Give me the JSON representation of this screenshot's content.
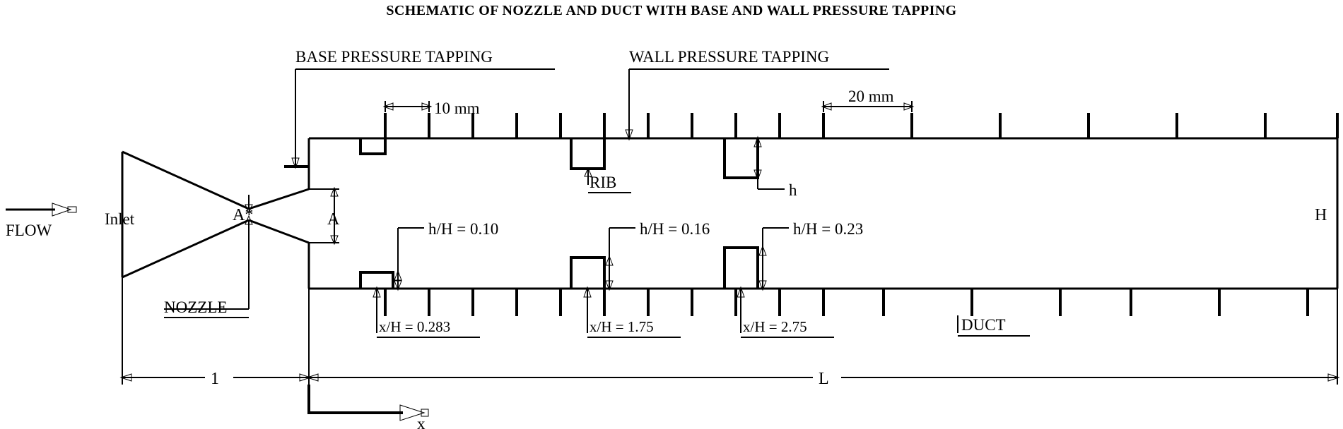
{
  "title": "SCHEMATIC OF NOZZLE AND DUCT WITH BASE AND WALL PRESSURE TAPPING",
  "labels": {
    "flow": "FLOW",
    "inlet": "Inlet",
    "throat": "A*",
    "exit_area": "A",
    "nozzle": "NOZZLE",
    "duct": "DUCT",
    "rib": "RIB",
    "rib_height": "h",
    "duct_height": "H",
    "base_pressure_tapping": "BASE PRESSURE TAPPING",
    "wall_pressure_tapping": "WALL PRESSURE TAPPING",
    "nozzle_length": "1",
    "duct_length": "L",
    "axis_x": "x"
  },
  "dimensions": {
    "tap_spacing_near": "10 mm",
    "tap_spacing_far": "20 mm"
  },
  "ribs": [
    {
      "height_ratio": "h/H = 0.10",
      "position": "x/H = 0.283"
    },
    {
      "height_ratio": "h/H = 0.16",
      "position": "x/H = 1.75"
    },
    {
      "height_ratio": "h/H = 0.23",
      "position": "x/H = 2.75"
    }
  ],
  "colors": {
    "ink": "#000000",
    "background": "#ffffff"
  }
}
